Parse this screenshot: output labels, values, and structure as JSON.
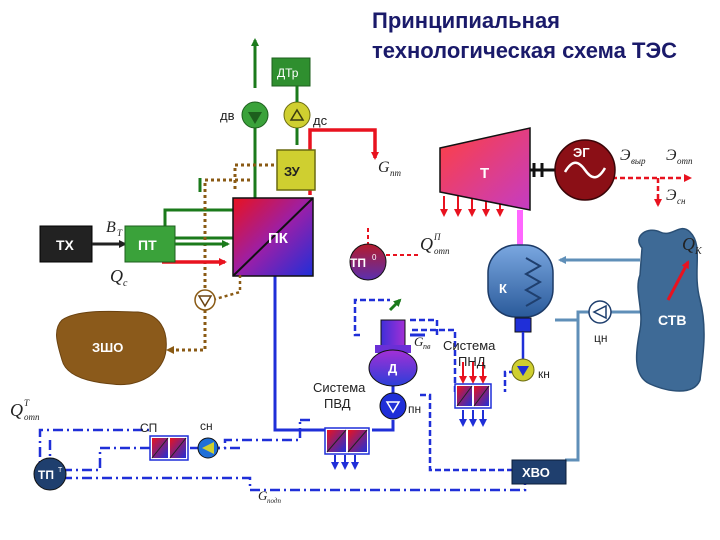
{
  "title": {
    "line1": "Принципиальная",
    "line2": "технологическая схема ТЭС"
  },
  "labels": {
    "dtr": "ДТр",
    "dv": "дв",
    "ds": "дс",
    "zu": "ЗУ",
    "t": "Т",
    "eg": "ЭГ",
    "pk": "ПК",
    "tx": "ТХ",
    "pt": "ПТ",
    "tp0": "ТП",
    "tp0_sup": "0",
    "k": "К",
    "stv": "СТВ",
    "cn": "цн",
    "zsho": "ЗШО",
    "d": "Д",
    "pnd_line1": "Система",
    "pnd_line2": "ПНД",
    "kn": "кн",
    "pvd_line1": "Система",
    "pvd_line2": "ПВД",
    "pn": "пн",
    "sp": "СП",
    "sn": "сн",
    "tpt": "ТП",
    "tpt_sup": "Т",
    "hvo": "ХВО"
  },
  "math": {
    "bt": "B",
    "bt_sub": "Т",
    "qs": "Q",
    "qs_sub": "с",
    "gpt": "G",
    "gpt_sub": "пт",
    "qp": "Q",
    "qp_sup": "П",
    "qp_sub": "отп",
    "qk": "Q",
    "qk_sub": "К",
    "evyr": "Э",
    "evyr_sub": "выр",
    "eotp": "Э",
    "eotp_sub": "отп",
    "esn": "Э",
    "esn_sub": "сн",
    "gpv": "G",
    "gpv_sub": "пв",
    "qt": "Q",
    "qt_sup": "Т",
    "qt_sub": "отп",
    "gpodp": "G",
    "gpodp_sub": "подп"
  },
  "colors": {
    "steam": "#e8121f",
    "water": "#1f2fd8",
    "fuel": "#1b7a1b",
    "ash": "#8a5a14",
    "pipe_cold": "#5f8fb8",
    "condenser_steam": "#ff66ff",
    "fill_red": "#8b0f16",
    "fill_blue": "#1f3f6e",
    "pump_yellow": "#cfcf30",
    "pump_green": "#3aa23a"
  }
}
